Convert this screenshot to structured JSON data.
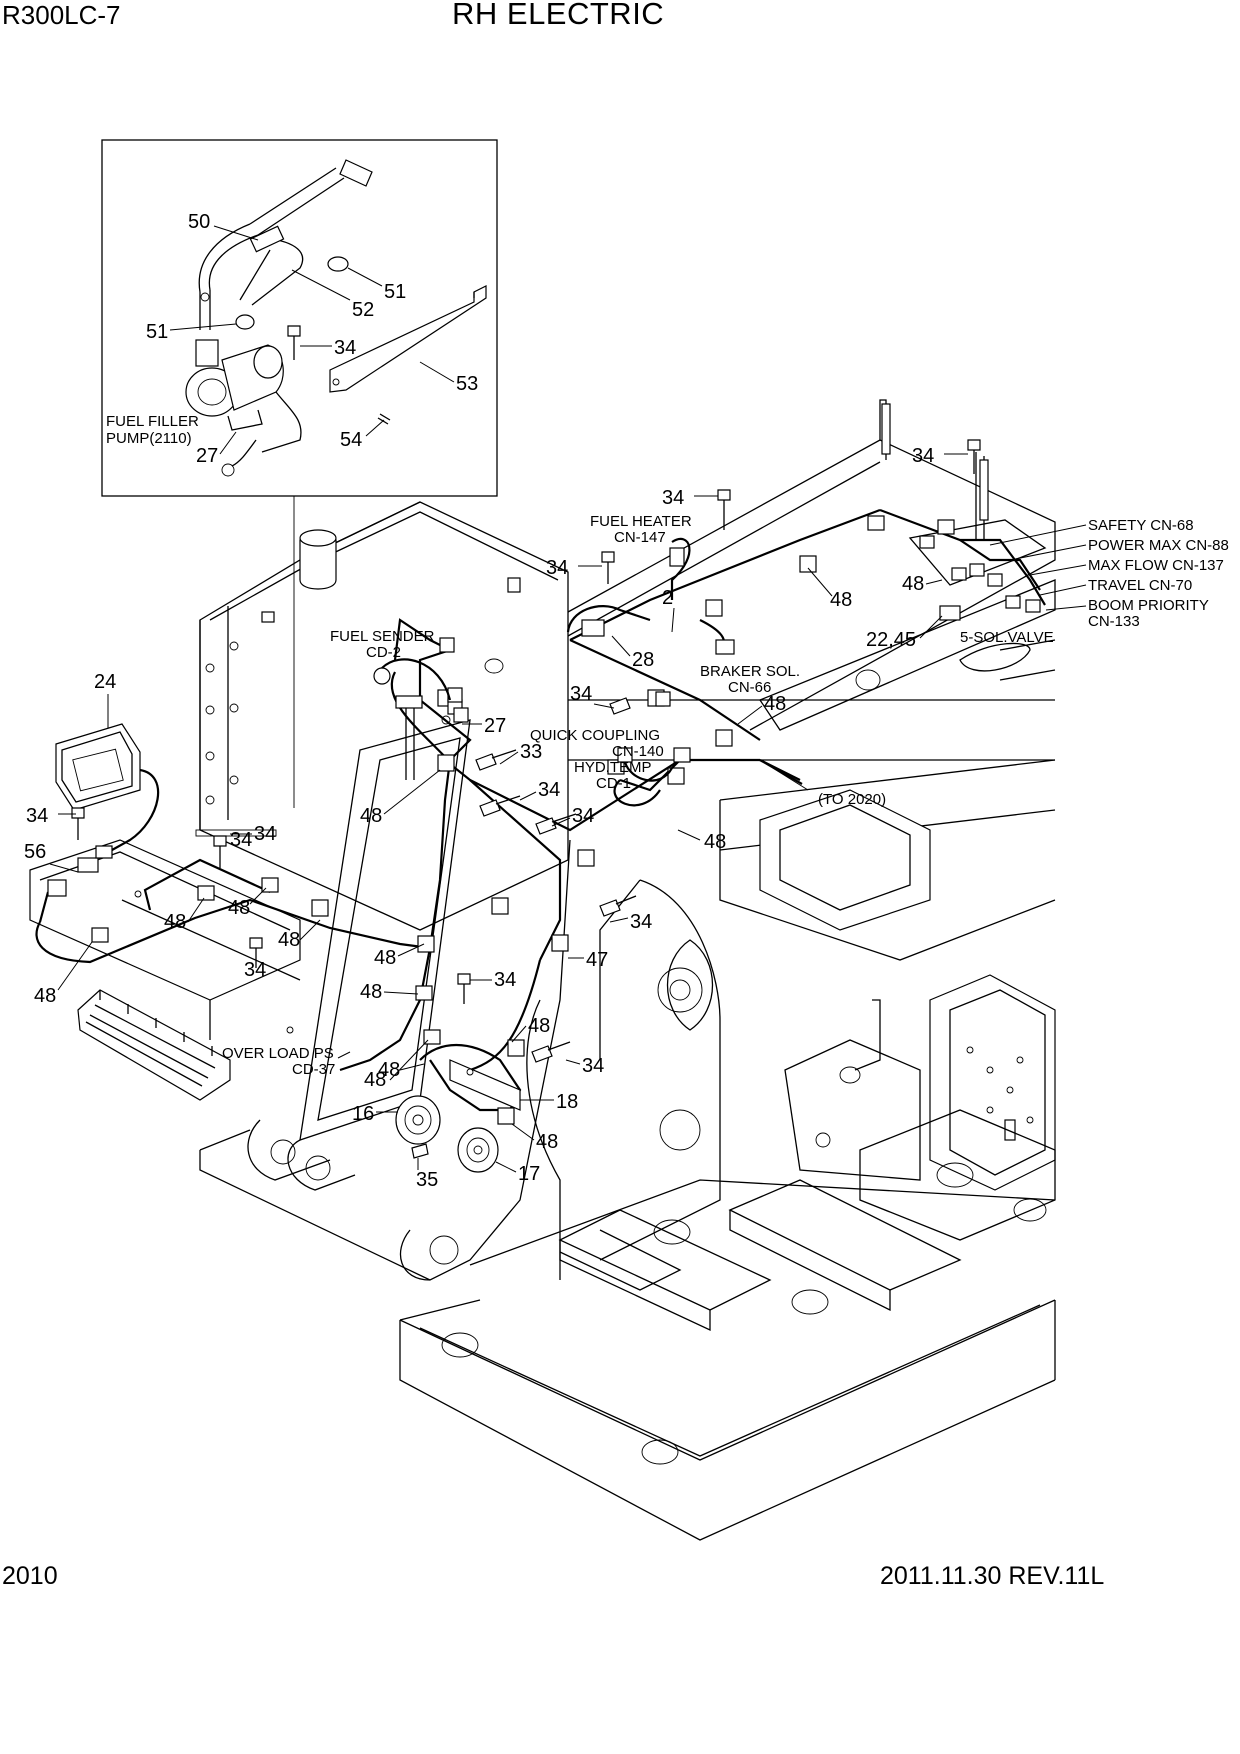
{
  "header": {
    "model": "R300LC-7",
    "title": "RH ELECTRIC"
  },
  "footer": {
    "page_number": "2010",
    "revision": "2011.11.30  REV.11L"
  },
  "callouts": [
    "50",
    "51",
    "52",
    "51",
    "34",
    "53",
    "54",
    "27",
    "34",
    "34",
    "34",
    "48",
    "48",
    "2",
    "28",
    "22,45",
    "34",
    "48",
    "24",
    "27",
    "33",
    "34",
    "34",
    "34",
    "48",
    "56",
    "34",
    "48",
    "48",
    "48",
    "34",
    "48",
    "34",
    "48",
    "48",
    "47",
    "34",
    "48",
    "48",
    "48",
    "48",
    "18",
    "16",
    "48",
    "35",
    "17",
    "34",
    "34"
  ],
  "labels": {
    "fuel_filler_pump_1": "FUEL FILLER",
    "fuel_filler_pump_2": "PUMP(2110)",
    "fuel_heater_1": "FUEL HEATER",
    "fuel_heater_2": "CN-147",
    "fuel_sender_1": "FUEL SENDER",
    "fuel_sender_2": "CD-2",
    "braker_sol_1": "BRAKER SOL.",
    "braker_sol_2": "CN-66",
    "quick_coupling_1": "QUICK COUPLING",
    "quick_coupling_2": "CN-140",
    "hyd_temp_1": "HYD.TEMP",
    "hyd_temp_2": "CD-1",
    "to_2020": "(TO 2020)",
    "over_load_1": "OVER LOAD PS",
    "over_load_2": "CD-37",
    "safety": "SAFETY CN-68",
    "power_max": "POWER MAX CN-88",
    "max_flow": "MAX FLOW CN-137",
    "travel": "TRAVEL CN-70",
    "boom_priority_1": "BOOM PRIORITY",
    "boom_priority_2": "CN-133",
    "sol_valve": "5-SOL.VALVE"
  }
}
